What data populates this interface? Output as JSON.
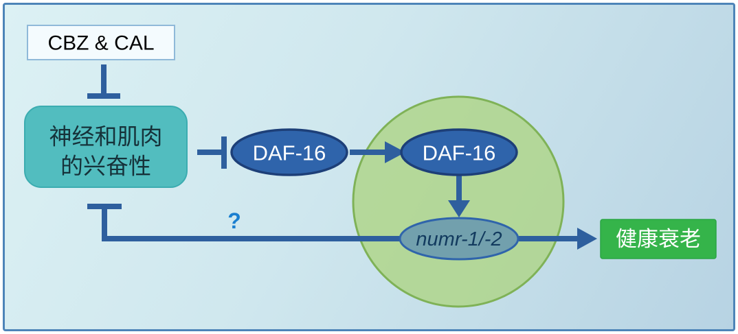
{
  "figure": {
    "cbz_box": {
      "label": "CBZ & CAL"
    },
    "excitability_box": {
      "line1": "神经和肌肉",
      "line2": "的兴奋性"
    },
    "daf16_cytoplasm": {
      "label": "DAF-16"
    },
    "daf16_nucleus": {
      "label": "DAF-16"
    },
    "numr_gene": {
      "label": "numr-1/-2"
    },
    "healthy_aging_box": {
      "label": "健康衰老"
    },
    "feedback_question": {
      "label": "?"
    }
  },
  "colors": {
    "arrow_blue": "#2e5f9e",
    "frame_border": "#4d84b8",
    "cbz_fill": "#f4fbfe",
    "cbz_border": "#8fb9d9",
    "excitability_fill": "#52bdbf",
    "excitability_border": "#3bacb0",
    "ellipse_fill": "#2f64ab",
    "ellipse_border": "#1d3f78",
    "nucleus_fill": "#aed584",
    "nucleus_border": "#7fb257",
    "numr_fill": "#72a0ad",
    "numr_border": "#2f64ab",
    "numr_text": "#123a5e",
    "aging_fill": "#35b44a",
    "aging_border": "#2aa544",
    "question_blue": "#1b7fd0",
    "text_dark": "#16323a",
    "text_black": "#000000",
    "text_white": "#ffffff"
  }
}
